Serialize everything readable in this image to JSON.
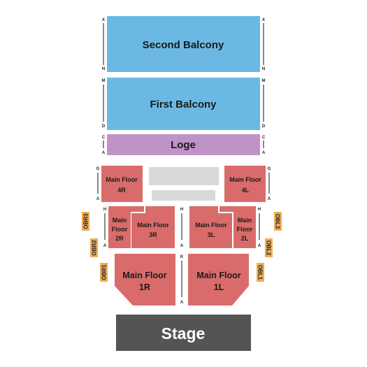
{
  "colors": {
    "balcony": "#6bb9e3",
    "loge": "#bf93c6",
    "main_floor": "#d96c6b",
    "obstructed": "#f0ac56",
    "blocked": "#d9d9d9",
    "stage": "#545454",
    "row_line": "#111111"
  },
  "sections": {
    "second_balcony": "Second Balcony",
    "first_balcony": "First Balcony",
    "loge": "Loge",
    "mf_4r": [
      "Main Floor",
      "4R"
    ],
    "mf_4l": [
      "Main Floor",
      "4L"
    ],
    "mf_2r": [
      "Main",
      "Floor",
      "2R"
    ],
    "mf_3r": [
      "Main Floor",
      "3R"
    ],
    "mf_3l": [
      "Main Floor",
      "3L"
    ],
    "mf_2l": [
      "Main",
      "Floor",
      "2L"
    ],
    "mf_1r": [
      "Main Floor",
      "1R"
    ],
    "mf_1l": [
      "Main Floor",
      "1L"
    ],
    "stage": "Stage"
  },
  "obstructed_boxes": {
    "obr3": "OBR3",
    "obr2": "OBR2",
    "obr1": "OBR1",
    "obl3": "OBL3",
    "obl2": "OBL2",
    "obl1": "OBL1"
  },
  "row_markers": {
    "second_balcony": {
      "top": "X",
      "bottom": "N"
    },
    "first_balcony": {
      "top": "M",
      "bottom": "D"
    },
    "loge": {
      "top": "C",
      "bottom": "A"
    },
    "mf_4": {
      "top": "G",
      "bottom": "A"
    },
    "mf_23_outer": {
      "top": "H",
      "bottom": "A"
    },
    "mf_3_inner": {
      "top": "H",
      "bottom": "A"
    },
    "mf_1": {
      "top": "K",
      "bottom": "A"
    }
  }
}
